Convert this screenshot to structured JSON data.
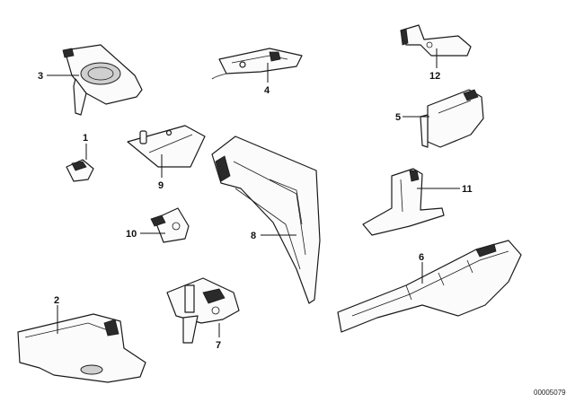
{
  "diagram": {
    "callouts": [
      {
        "id": "1",
        "text": "1"
      },
      {
        "id": "2",
        "text": "2"
      },
      {
        "id": "3",
        "text": "3"
      },
      {
        "id": "4",
        "text": "4"
      },
      {
        "id": "5",
        "text": "5"
      },
      {
        "id": "6",
        "text": "6"
      },
      {
        "id": "7",
        "text": "7"
      },
      {
        "id": "8",
        "text": "8"
      },
      {
        "id": "9",
        "text": "9"
      },
      {
        "id": "10",
        "text": "10"
      },
      {
        "id": "11",
        "text": "11"
      },
      {
        "id": "12",
        "text": "12"
      }
    ],
    "drawing_code": "00005079"
  }
}
